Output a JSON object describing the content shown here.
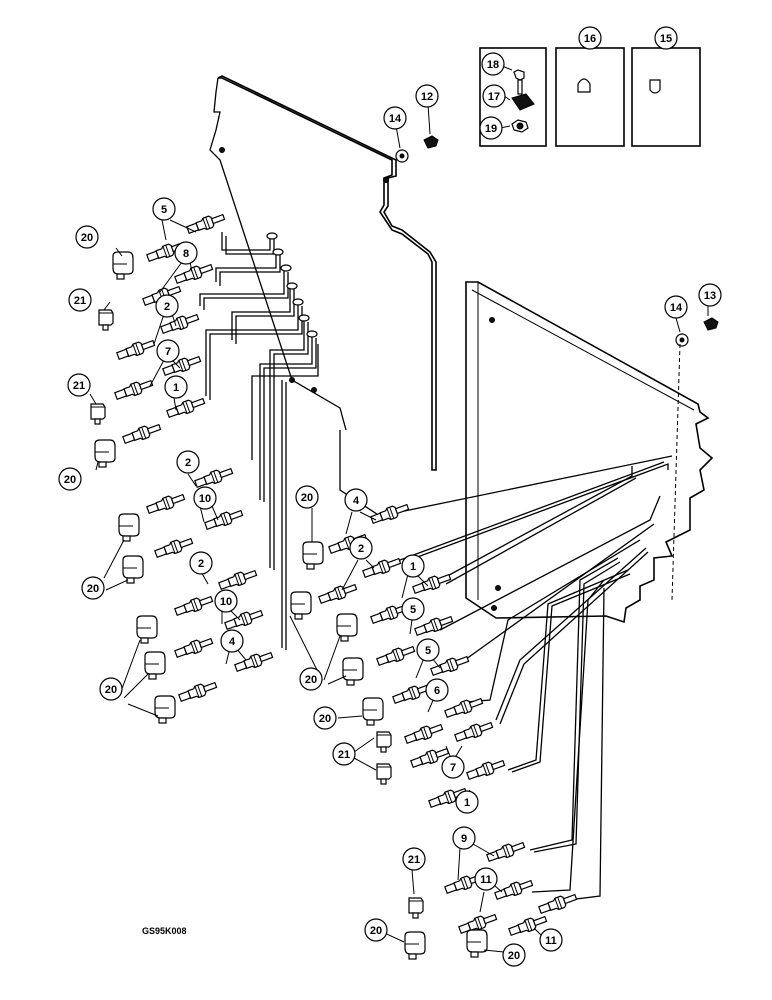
{
  "diagram": {
    "drawing_code": "GS95K008",
    "callouts": [
      "20",
      "21",
      "5",
      "8",
      "2",
      "7",
      "1",
      "10",
      "4",
      "6",
      "9",
      "11",
      "12",
      "13",
      "14",
      "15",
      "16",
      "17",
      "18",
      "19"
    ]
  },
  "colors": {
    "ink": "#000000",
    "paper": "#ffffff"
  }
}
